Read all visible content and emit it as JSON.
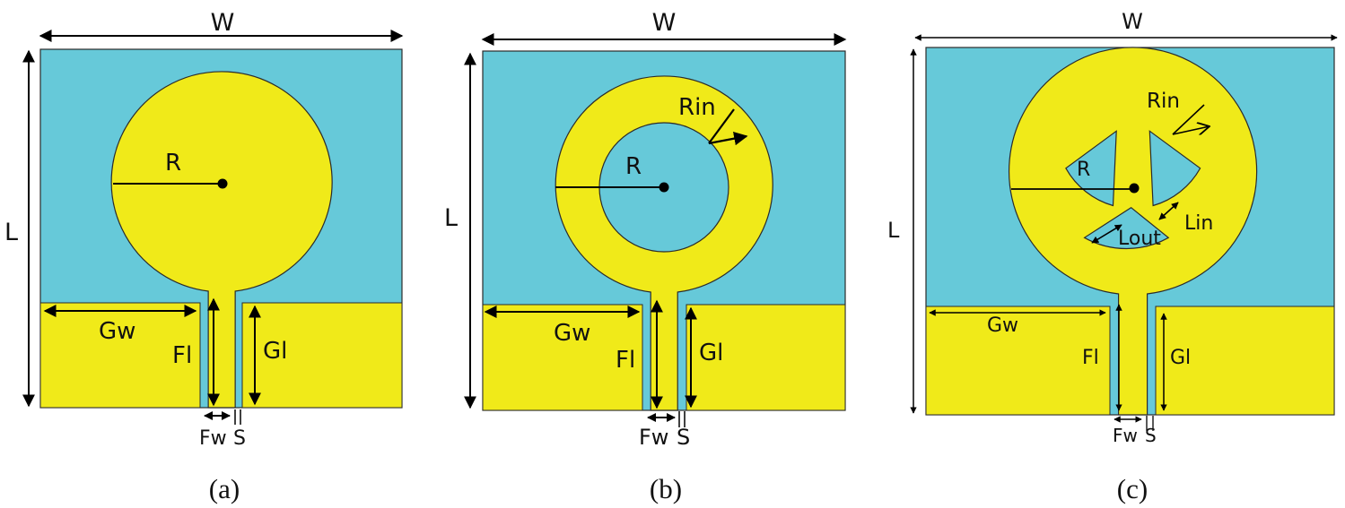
{
  "colors": {
    "substrate": "#66c9d9",
    "metal": "#f0ea19",
    "outline": "#2b2b2b",
    "arrow": "#000000"
  },
  "panels": [
    {
      "caption": "(a)",
      "variant": "circular-disc",
      "labels": {
        "W": "W",
        "L": "L",
        "R": "R",
        "Gw": "Gw",
        "Gl": "Gl",
        "Fl": "Fl",
        "Fw": "Fw",
        "S": "S"
      }
    },
    {
      "caption": "(b)",
      "variant": "circular-ring",
      "labels": {
        "W": "W",
        "L": "L",
        "R": "R",
        "Rin": "Rin",
        "Gw": "Gw",
        "Gl": "Gl",
        "Fl": "Fl",
        "Fw": "Fw",
        "S": "S"
      }
    },
    {
      "caption": "(c)",
      "variant": "ring-with-sectors",
      "labels": {
        "W": "W",
        "L": "L",
        "R": "R",
        "Rin": "Rin",
        "Lin": "Lin",
        "Lout": "Lout",
        "Gw": "Gw",
        "Gl": "Gl",
        "Fl": "Fl",
        "Fw": "Fw",
        "S": "S"
      }
    }
  ]
}
